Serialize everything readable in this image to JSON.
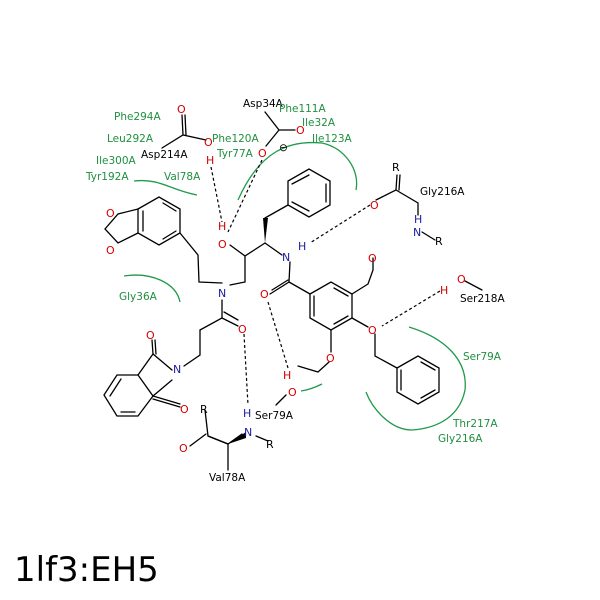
{
  "title": "1lf3:EH5",
  "colors": {
    "residue": "#1f8f40",
    "oxygen": "#d40000",
    "nitrogen": "#1a1aa6",
    "bond": "#000000"
  },
  "labels": {
    "asp34": "Asp34A",
    "phe294": "Phe294A",
    "phe111": "Phe111A",
    "ile32": "Ile32A",
    "leu292": "Leu292A",
    "phe120": "Phe120A",
    "ile123": "Ile123A",
    "asp214": "Asp214A",
    "tyr77": "Tyr77A",
    "ile300": "Ile300A",
    "tyr192": "Tyr192A",
    "val78_hyd": "Val78A",
    "gly216_hb": "Gly216A",
    "gly36": "Gly36A",
    "ser218": "Ser218A",
    "ser79_hyd": "Ser79A",
    "ser79_hb": "Ser79A",
    "thr217": "Thr217A",
    "gly216_hyd": "Gly216A",
    "val78_hb": "Val78A"
  },
  "atoms": {
    "O": "O",
    "N": "N",
    "H": "H",
    "R": "R",
    "minus": "⊖"
  }
}
